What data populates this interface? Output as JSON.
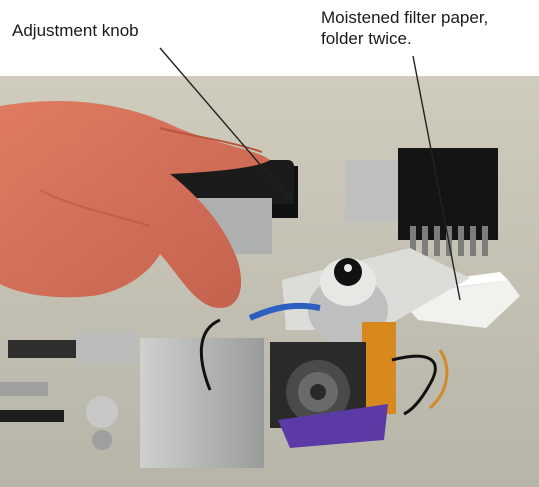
{
  "annotations": {
    "adjustment_knob": "Adjustment knob",
    "filter_paper_line1": "Moistened filter paper,",
    "filter_paper_line2": "folder twice."
  },
  "colors": {
    "background": "#ffffff",
    "table": "#c9c6b7",
    "skin": "#d9755f",
    "purple_board": "#5b3aa6",
    "copper_tape": "#d8891d"
  }
}
